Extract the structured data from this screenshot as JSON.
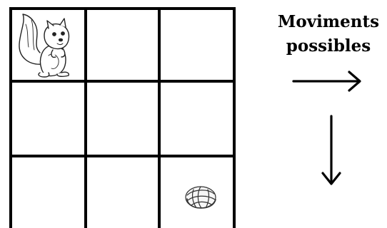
{
  "board": {
    "rows": 3,
    "cols": 3,
    "start_cell": {
      "row": 1,
      "col": 1
    },
    "goal_cell": {
      "row": 3,
      "col": 3
    },
    "start_icon": "squirrel-icon",
    "goal_icon": "walnut-icon",
    "line_color": "#000000"
  },
  "legend": {
    "title_line1": "Moviments",
    "title_line2": "possibles",
    "moves": [
      "right-arrow-icon",
      "down-arrow-icon"
    ]
  }
}
